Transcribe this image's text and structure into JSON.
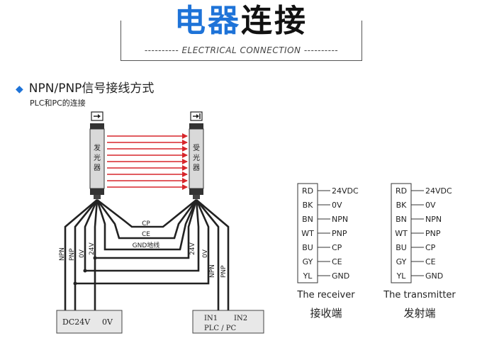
{
  "header": {
    "title_part1": "电器",
    "title_part2": "连接",
    "subtitle": "---------- ELECTRICAL CONNECTION ----------"
  },
  "section": {
    "heading": "NPN/PNP信号接线方式",
    "subheading": "PLC和PC的连接"
  },
  "sensors": {
    "emitter_label": "发光器",
    "receiver_label": "受光器"
  },
  "cables": {
    "cp": "CP",
    "ce": "CE",
    "gnd": "GND地线",
    "left_npn": "NPN",
    "left_pnp": "PNP",
    "left_0v": "0V",
    "left_24v": "24V",
    "right_24v": "24V",
    "right_0v": "0V",
    "right_npn": "NPN",
    "right_pnp": "PNP"
  },
  "power_box": {
    "dc24v": "DC24V",
    "zero_v": "0V"
  },
  "plc_box": {
    "in1": "IN1",
    "in2": "IN2",
    "label": "PLC / PC"
  },
  "pin_tables": [
    {
      "pins": [
        {
          "code": "RD",
          "signal": "24VDC"
        },
        {
          "code": "BK",
          "signal": "0V"
        },
        {
          "code": "BN",
          "signal": "NPN"
        },
        {
          "code": "WT",
          "signal": "PNP"
        },
        {
          "code": "BU",
          "signal": "CP"
        },
        {
          "code": "GY",
          "signal": "CE"
        },
        {
          "code": "YL",
          "signal": "GND"
        }
      ],
      "caption_en": "The receiver",
      "caption_cn": "接收端"
    },
    {
      "pins": [
        {
          "code": "RD",
          "signal": "24VDC"
        },
        {
          "code": "BK",
          "signal": "0V"
        },
        {
          "code": "BN",
          "signal": "NPN"
        },
        {
          "code": "WT",
          "signal": "PNP"
        },
        {
          "code": "BU",
          "signal": "CP"
        },
        {
          "code": "GY",
          "signal": "CE"
        },
        {
          "code": "YL",
          "signal": "GND"
        }
      ],
      "caption_en": "The transmitter",
      "caption_cn": "发射端"
    }
  ],
  "colors": {
    "accent": "#1e73d8",
    "beam": "#d7262b",
    "wire": "#222222"
  }
}
